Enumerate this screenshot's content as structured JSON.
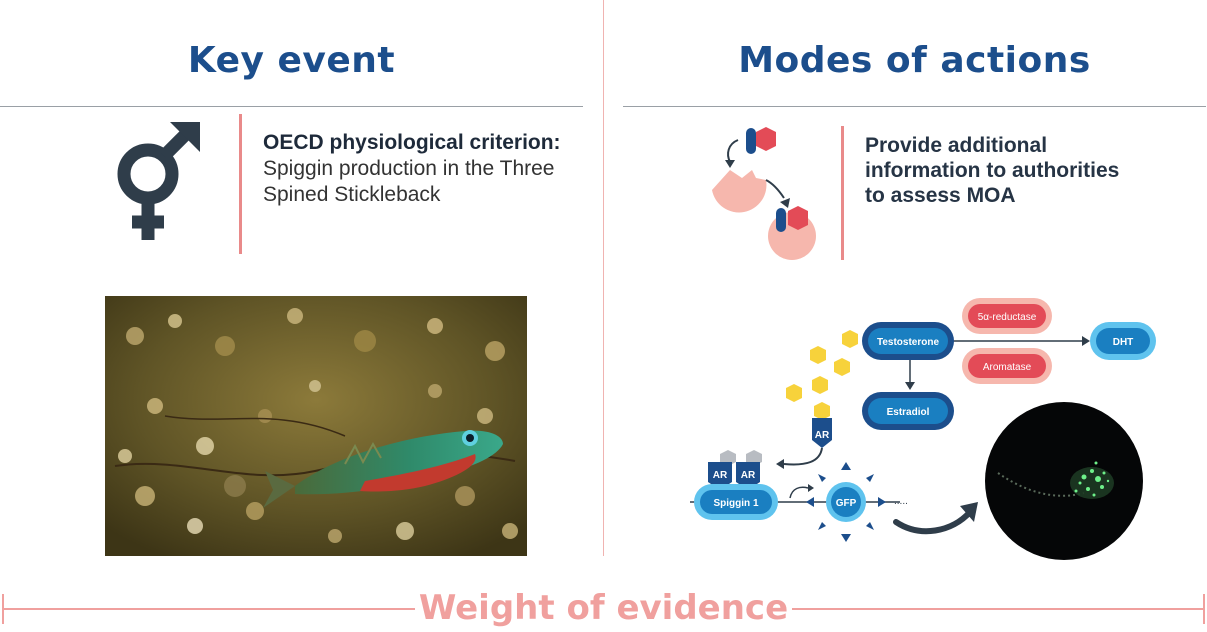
{
  "left": {
    "title": "Key event",
    "icon": "male-female-symbol-icon",
    "criterion_bold": "OECD physiological criterion:",
    "criterion_text": "Spiggin production in the Three Spined Stickleback"
  },
  "right": {
    "title": "Modes of actions",
    "icon": "receptor-binding-icon",
    "text": "Provide additional information to authorities to assess MOA"
  },
  "diagram": {
    "testosterone": "Testosterone",
    "reductase": "5α-reductase",
    "aromatase": "Aromatase",
    "dht": "DHT",
    "estradiol": "Estradiol",
    "ar": "AR",
    "spiggin": "Spiggin 1",
    "gfp": "GFP",
    "dots": "....."
  },
  "footer": {
    "title": "Weight of evidence"
  },
  "colors": {
    "navy": "#1c4e8c",
    "pink": "#e98a8a",
    "blue": "#1a7fc1",
    "red": "#e34b57",
    "yellow": "#f7d23b"
  }
}
